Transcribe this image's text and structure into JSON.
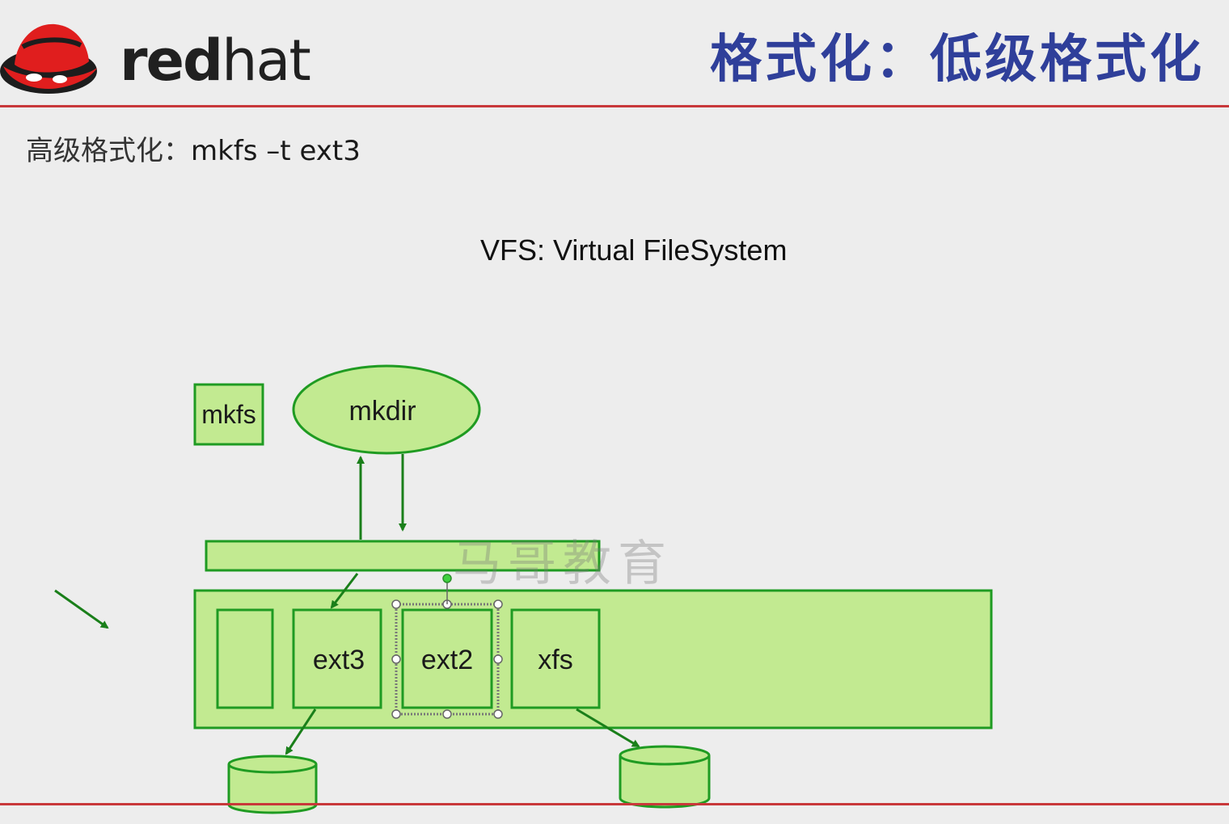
{
  "header": {
    "logo_text_bold": "red",
    "logo_text_light": "hat",
    "title": "格式化：低级格式化"
  },
  "content": {
    "subtitle_prefix": "高级格式化：",
    "subtitle_command": "mkfs –t ext3",
    "diagram_heading": "VFS: Virtual FileSystem"
  },
  "diagram": {
    "mkfs_label": "mkfs",
    "mkdir_label": "mkdir",
    "fs_boxes": [
      "ext3",
      "ext2",
      "xfs"
    ]
  },
  "watermark": "马哥教育",
  "colors": {
    "shape_fill": "#c2ea91",
    "shape_stroke": "#1f9b22",
    "arrow": "#1a7f1a",
    "rule": "#c8383a",
    "title": "#2f3f9a"
  }
}
